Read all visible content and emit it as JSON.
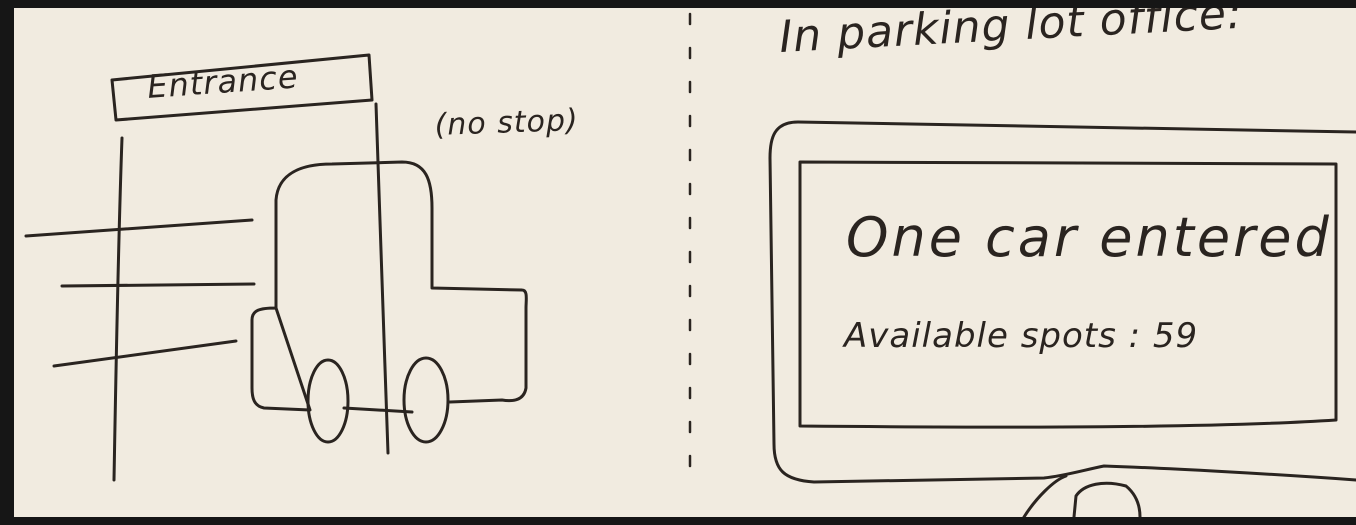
{
  "sketch": {
    "entrance_sign": "Entrance",
    "no_stop_note": "(no stop)",
    "office_title": "In parking lot office:",
    "monitor": {
      "message": "One car entered",
      "available_spots": "Available spots : 59"
    }
  },
  "colors": {
    "paper": "#f1ebe0",
    "ink": "#2a2420",
    "frame": "#161616"
  }
}
